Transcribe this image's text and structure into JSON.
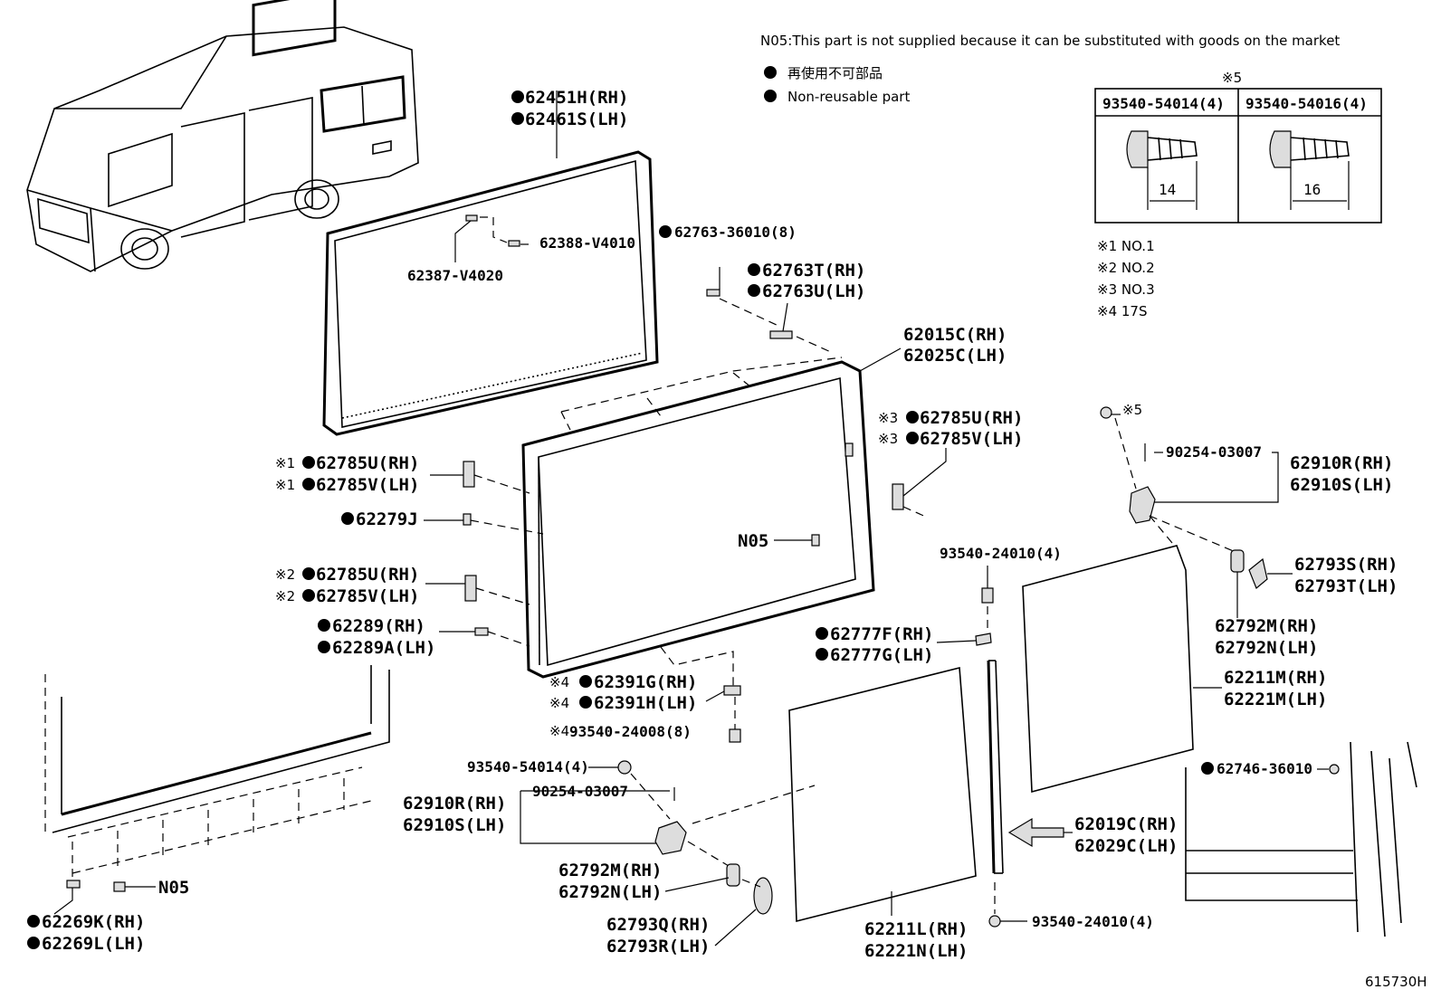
{
  "notes": {
    "n05": "N05:This part is not supplied because it can be substituted with goods on the market",
    "legend_ja": "再使用不可部品",
    "legend_en": "Non-reusable part",
    "ref5": "※5",
    "marks": [
      "※1  NO.1",
      "※2  NO.2",
      "※3  NO.3",
      "※4  17S"
    ],
    "diagram_id": "615730H"
  },
  "screw_table": {
    "col1": "93540-54014(4)",
    "col2": "93540-54016(4)",
    "len1": "14",
    "len2": "16"
  },
  "callouts": {
    "c62451": [
      "62451H(RH)",
      "62461S(LH)"
    ],
    "c62388": "62388-V4010",
    "c62387": "62387-V4020",
    "c62763_36010": "62763-36010(8)",
    "c62763T": [
      "62763T(RH)",
      "62763U(LH)"
    ],
    "c62015": [
      "62015C(RH)",
      "62025C(LH)"
    ],
    "c62785_3": [
      "62785U(RH)",
      "62785V(LH)"
    ],
    "c62785_1": [
      "62785U(RH)",
      "62785V(LH)"
    ],
    "c62279": "62279J",
    "n05_mid": "N05",
    "c62785_2": [
      "62785U(RH)",
      "62785V(LH)"
    ],
    "c62289": [
      "62289(RH)",
      "62289A(LH)"
    ],
    "c62391": [
      "62391G(RH)",
      "62391H(LH)"
    ],
    "c93540_24008": "93540-24008(8)",
    "c93540_54014": "93540-54014(4)",
    "c90254_lower": "90254-03007",
    "c62910_lower": [
      "62910R(RH)",
      "62910S(LH)"
    ],
    "c62792_lower": [
      "62792M(RH)",
      "62792N(LH)"
    ],
    "c62793_lower": [
      "62793Q(RH)",
      "62793R(LH)"
    ],
    "c62211L": [
      "62211L(RH)",
      "62221N(LH)"
    ],
    "c62269": [
      "62269K(RH)",
      "62269L(LH)"
    ],
    "n05_low": "N05",
    "ref5_small": "※5",
    "c90254_upper": "90254-03007",
    "c62910_upper": [
      "62910R(RH)",
      "62910S(LH)"
    ],
    "c93540_24010_top": "93540-24010(4)",
    "c62777": [
      "62777F(RH)",
      "62777G(LH)"
    ],
    "c62793_upper": [
      "62793S(RH)",
      "62793T(LH)"
    ],
    "c62792_upper": [
      "62792M(RH)",
      "62792N(LH)"
    ],
    "c62211M": [
      "62211M(RH)",
      "62221M(LH)"
    ],
    "c62746": "62746-36010",
    "c62019": [
      "62019C(RH)",
      "62029C(LH)"
    ],
    "c93540_24010_bot": "93540-24010(4)"
  }
}
